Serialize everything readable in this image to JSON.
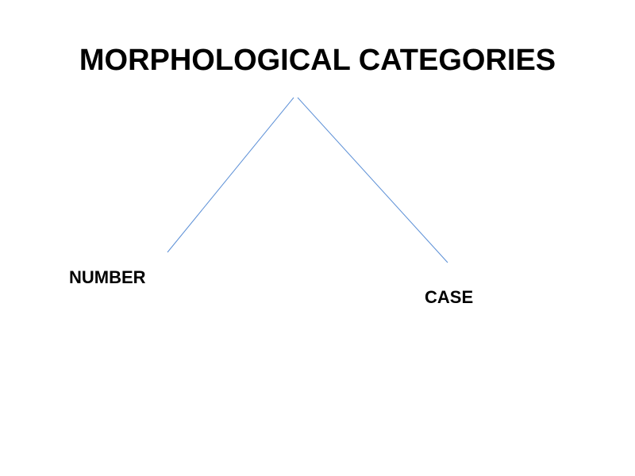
{
  "diagram": {
    "title": "MORPHOLOGICAL CATEGORIES",
    "nodes": [
      {
        "id": "number",
        "label": "NUMBER"
      },
      {
        "id": "case",
        "label": "CASE"
      }
    ],
    "edges": [
      {
        "from": "title",
        "to": "number"
      },
      {
        "from": "title",
        "to": "case"
      }
    ],
    "colors": {
      "line": "#5b8fd6",
      "text": "#000000",
      "background": "#ffffff"
    }
  }
}
